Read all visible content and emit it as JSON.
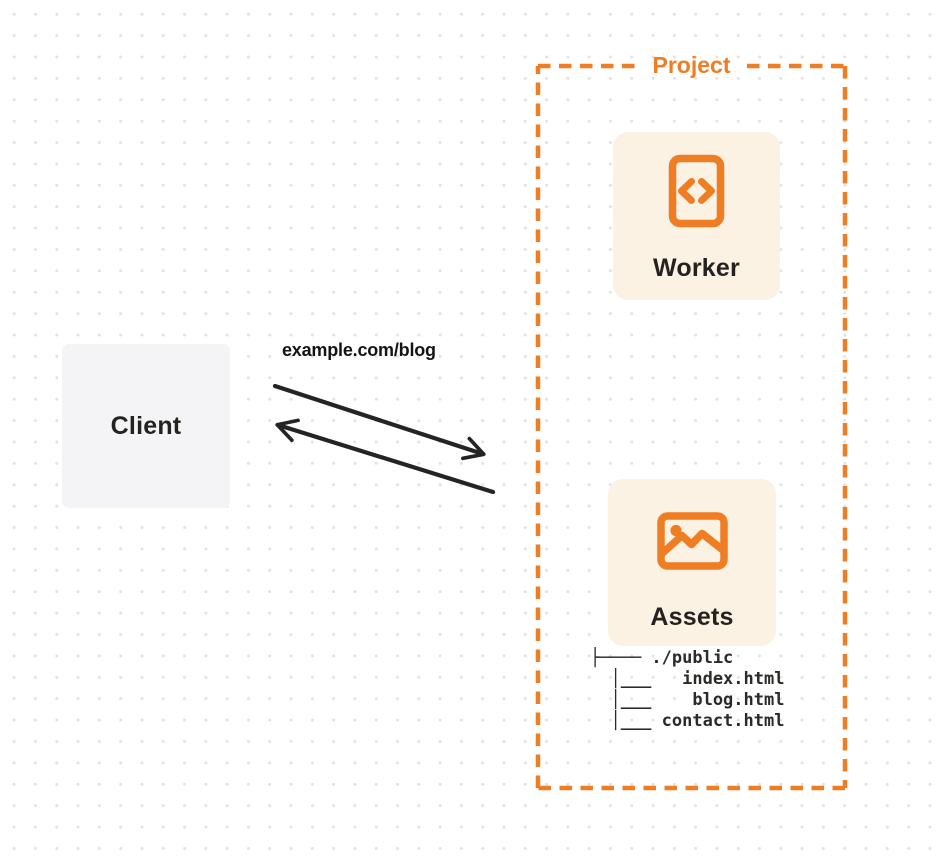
{
  "colors": {
    "accent_orange": "#ee7d23",
    "panel_cream": "#fcf2e4",
    "client_gray": "#f4f4f6",
    "arrow_ink": "#242424",
    "dot_grid": "#e1e1e5"
  },
  "client": {
    "label": "Client"
  },
  "request": {
    "url": "example.com/blog"
  },
  "project": {
    "label": "Project",
    "worker": {
      "label": "Worker",
      "icon": "code-file-icon"
    },
    "assets": {
      "label": "Assets",
      "icon": "image-icon",
      "file_tree": "├──── ./public\n  │___   index.html\n  │___    blog.html\n  │___ contact.html"
    }
  }
}
